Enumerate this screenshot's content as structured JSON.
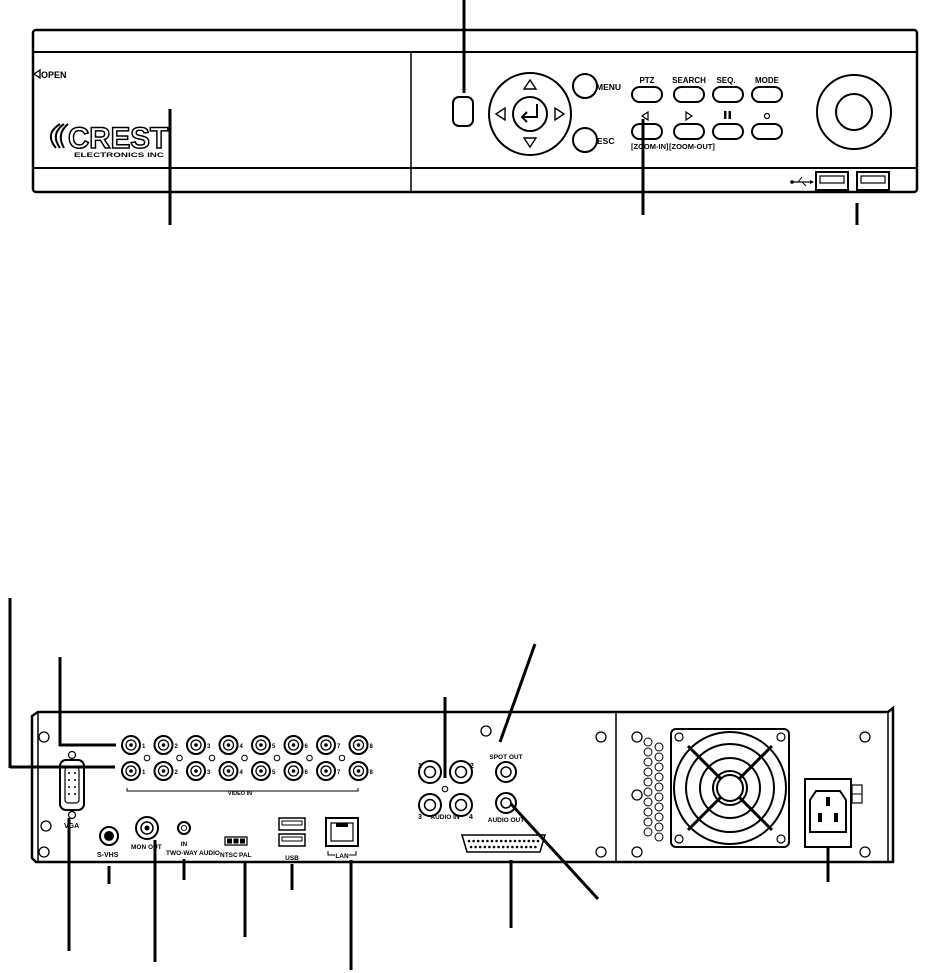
{
  "front": {
    "open_label": "OPEN",
    "brand": "CREST",
    "brand_sub": "ELECTRONICS INC",
    "menu_label": "MENU",
    "esc_label": "ESC",
    "button_labels": [
      "PTZ",
      "SEARCH",
      "SEQ.",
      "MODE"
    ],
    "zoom_in_label": "[ZOOM-IN]",
    "zoom_out_label": "[ZOOM-OUT]",
    "icons": [
      "eject-arrow-icon",
      "up-arrow-icon",
      "down-arrow-icon",
      "left-arrow-icon",
      "right-arrow-icon",
      "enter-icon",
      "rewind-icon",
      "play-icon",
      "pause-icon",
      "record-icon",
      "usb-icon"
    ]
  },
  "rear": {
    "video_in_label": "VIDEO IN",
    "video_in_numbers": [
      "1",
      "2",
      "3",
      "4",
      "5",
      "6",
      "7",
      "8"
    ],
    "vga_label": "VGA",
    "svhs_label": "S-VHS",
    "mon_out_label": "MON OUT",
    "in_label": "IN",
    "two_way_audio_label": "TWO-WAY AUDIO",
    "ntsc_label": "NTSC",
    "pal_label": "PAL",
    "usb_label": "USB",
    "lan_label": "LAN",
    "audio_in_label": "AUDIO IN",
    "audio_in_numbers": [
      "1",
      "2",
      "3",
      "4"
    ],
    "spot_out_label": "SPOT OUT",
    "audio_out_label": "AUDIO OUT"
  }
}
